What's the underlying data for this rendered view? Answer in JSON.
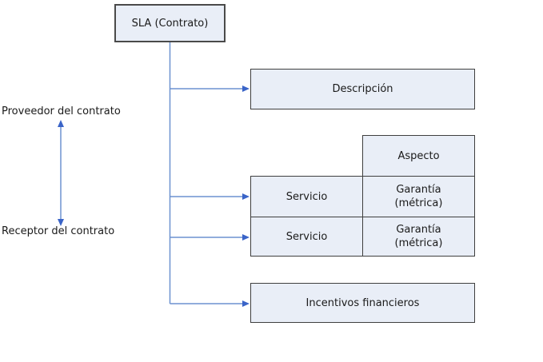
{
  "diagram": {
    "title_node": {
      "label": "SLA (Contrato)"
    },
    "left_labels": {
      "provider": "Proveedor del contrato",
      "receiver": "Receptor del contrato"
    },
    "nodes": {
      "descripcion": {
        "label": "Descripción"
      },
      "aspecto": {
        "label": "Aspecto"
      },
      "servicio1": {
        "label": "Servicio"
      },
      "garantia1": {
        "line1": "Garantía",
        "line2": "(métrica)"
      },
      "servicio2": {
        "label": "Servicio"
      },
      "garantia2": {
        "line1": "Garantía",
        "line2": "(métrica)"
      },
      "incentivos": {
        "label": "Incentivos financieros"
      }
    },
    "colors": {
      "box_fill": "#e9eef7",
      "box_border": "#3f3f3f",
      "root_border": "#4a4a4a",
      "connector_line": "#6d92d0",
      "connector_arrow": "#3a64c8",
      "text": "#1a1a1a",
      "background": "#ffffff"
    }
  }
}
